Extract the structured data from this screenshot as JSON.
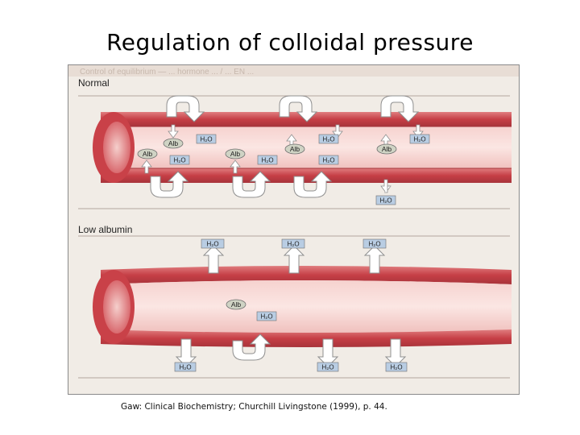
{
  "title": "Regulation of colloidal pressure",
  "panels": {
    "top": {
      "label": "Normal",
      "faded_header": "Control of equilibrium — ... hormone ... / ... EN ..."
    },
    "bottom": {
      "label": "Low albumin"
    }
  },
  "molecules": {
    "water": "H₂O",
    "albumin": "Alb"
  },
  "caption": "Gaw:  Clinical Biochemistry; Churchill Livingstone (1999), p. 44.",
  "colors": {
    "vessel": "#c9474c",
    "vessel_light": "#f3c5c3",
    "tissue": "#f1ece6",
    "box": "#b9cde3",
    "alb": "#cfd3c4"
  }
}
